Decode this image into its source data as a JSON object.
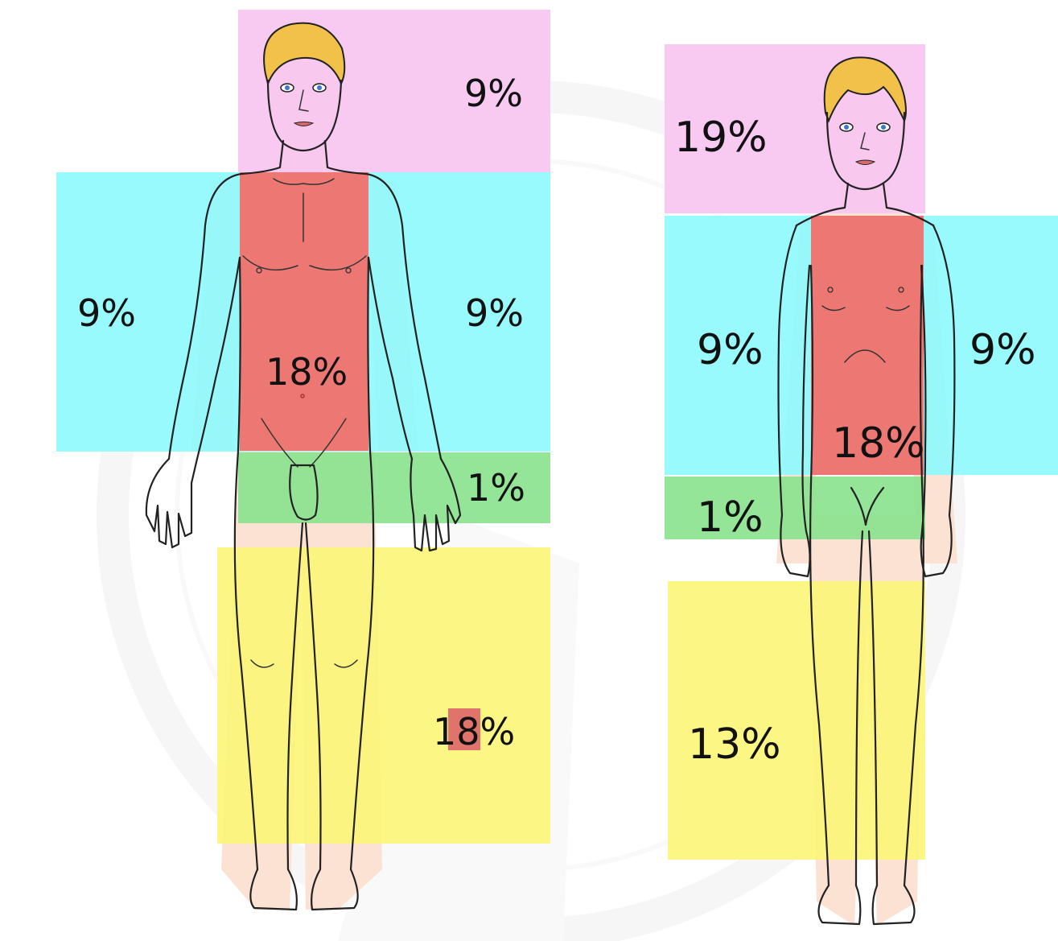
{
  "adult": {
    "labels": {
      "head": "9%",
      "arm_right": "9%",
      "arm_left": "9%",
      "trunk": "18%",
      "genitals": "1%",
      "legs": "18%"
    }
  },
  "child": {
    "labels": {
      "head": "19%",
      "arm_right": "9%",
      "arm_left": "9%",
      "trunk": "18%",
      "genitals": "1%",
      "legs": "13%"
    }
  },
  "colors": {
    "head": "#f7c6f0",
    "arms": "#8ffafc",
    "trunk": "#f1716b",
    "genitals": "#8be38f",
    "legs": "#fcf57a",
    "skin": "#fbe2d2",
    "hair": "#f2c14a"
  }
}
